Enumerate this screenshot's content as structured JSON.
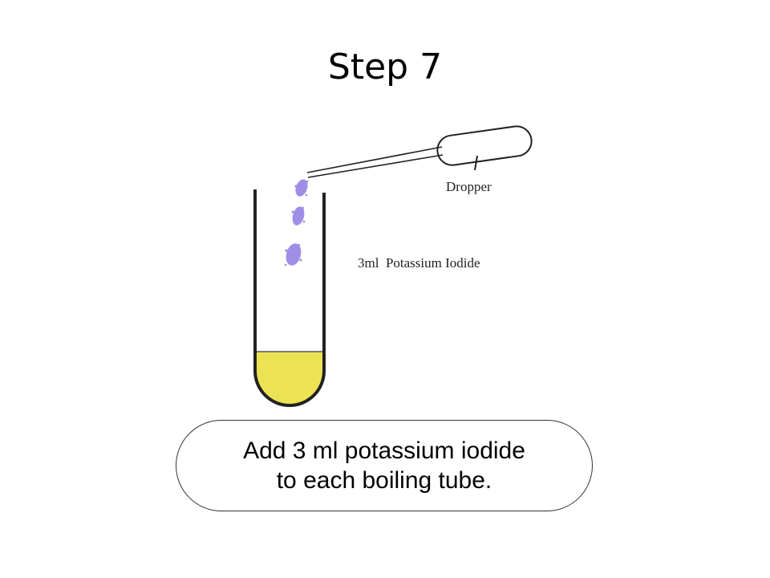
{
  "slide": {
    "title": "Step 7"
  },
  "diagram": {
    "dropper_label": "Dropper",
    "reagent_label": "3ml  Potassium Iodide",
    "colors": {
      "liquid": "#ece354",
      "drops": "#a08ee6",
      "outline": "#222222"
    }
  },
  "caption": {
    "line1": "Add 3 ml potassium iodide",
    "line2": "to each boiling tube."
  }
}
